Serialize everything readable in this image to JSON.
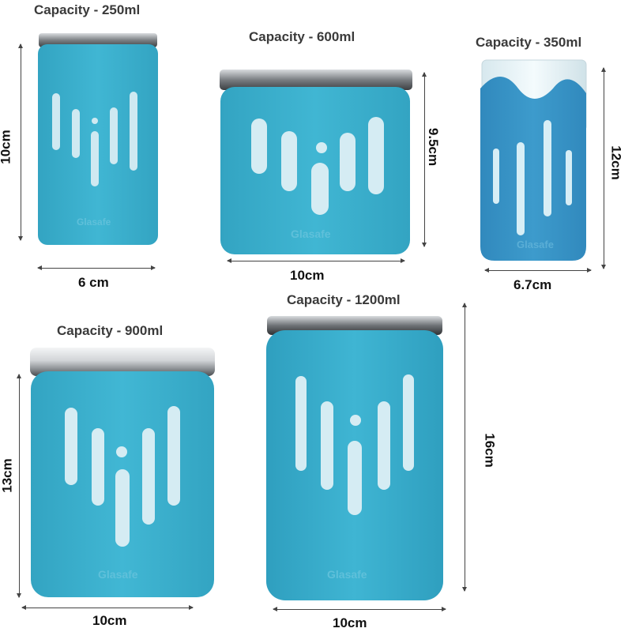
{
  "colors": {
    "sleeve": "#3bb1cf",
    "sleeve_dark": "#2e9dbb",
    "sleeve_350": "#3a96c7",
    "lid_steel": "#9a9ea2",
    "glass": "#e8f4f8",
    "brand_text": "#5fc0da"
  },
  "brand": "Glasafe",
  "jars": [
    {
      "id": "250",
      "capacity": "Capacity - 250ml",
      "width": "6 cm",
      "height": "10cm"
    },
    {
      "id": "600",
      "capacity": "Capacity - 600ml",
      "width": "10cm",
      "height": "9.5cm"
    },
    {
      "id": "350",
      "capacity": "Capacity - 350ml",
      "width": "6.7cm",
      "height": "12cm"
    },
    {
      "id": "900",
      "capacity": "Capacity - 900ml",
      "width": "10cm",
      "height": "13cm"
    },
    {
      "id": "1200",
      "capacity": "Capacity - 1200ml",
      "width": "10cm",
      "height": "16cm"
    }
  ]
}
